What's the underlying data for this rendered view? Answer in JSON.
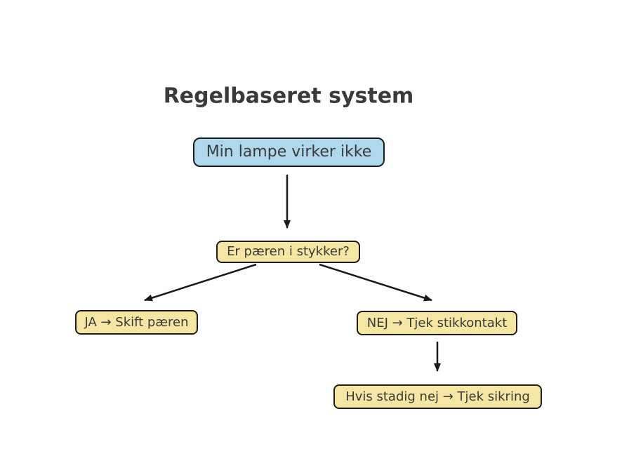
{
  "title": "Regelbaseret system",
  "nodes": {
    "root": {
      "label": "Min lampe virker ikke",
      "fill": "#b0d8ec",
      "type": "start"
    },
    "question": {
      "label": "Er pæren i stykker?",
      "fill": "#f5e7a3",
      "type": "decision"
    },
    "yes_action": {
      "label": "JA → Skift pæren",
      "fill": "#f5e7a3",
      "type": "action"
    },
    "no_action": {
      "label": "NEJ → Tjek stikkontakt",
      "fill": "#f5e7a3",
      "type": "action"
    },
    "fallback": {
      "label": "Hvis stadig nej → Tjek sikring",
      "fill": "#f5e7a3",
      "type": "action"
    }
  },
  "edges": [
    {
      "from": "root",
      "to": "question"
    },
    {
      "from": "question",
      "to": "yes_action"
    },
    {
      "from": "question",
      "to": "no_action"
    },
    {
      "from": "no_action",
      "to": "fallback"
    }
  ],
  "colors": {
    "background": "#ffffff",
    "text": "#3a3a3a",
    "border": "#1c1c1c",
    "arrow": "#1a1a1a",
    "start_fill": "#b0d8ec",
    "action_fill": "#f5e7a3"
  }
}
